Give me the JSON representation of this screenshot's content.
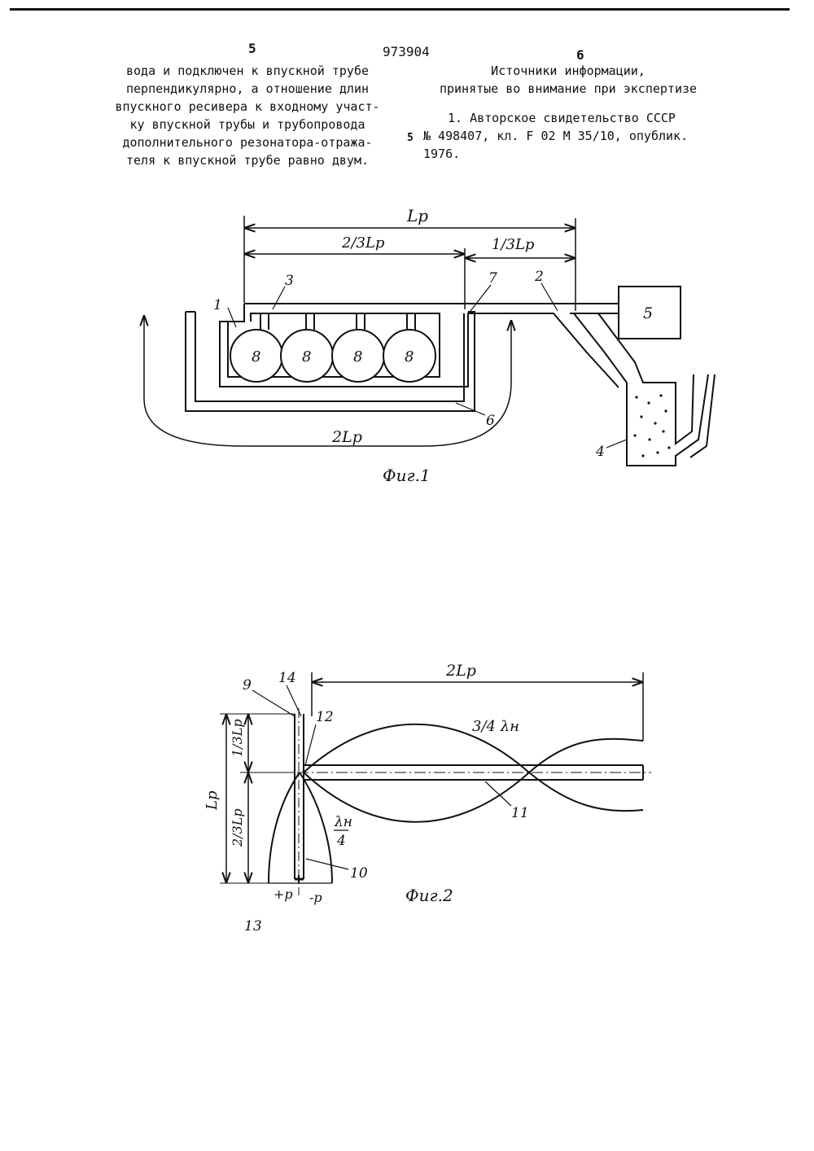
{
  "header": {
    "left_col_number": "5",
    "patent_number": "973904",
    "right_col_number": "6"
  },
  "left_column": {
    "lines": [
      "вода и подключен к впускной трубе",
      "перпендикулярно, а отношение длин",
      "впускного ресивера к входному участ-",
      "ку впускной трубы и трубопровода",
      "дополнительного резонатора-отража-",
      "теля к впускной трубе равно двум."
    ]
  },
  "right_column": {
    "heading_1": "Источники информации,",
    "heading_2": "принятые во внимание при экспертизе",
    "ref_line_1": "1. Авторское свидетельство СССР",
    "ref_line_2": "№ 498407, кл. F 02 M 35/10, опублик.",
    "ref_line_3": "1976.",
    "margin_number": "5"
  },
  "figure_1": {
    "caption": "Фиг.1",
    "dim_total": "Lp",
    "dim_two_thirds": "2/3Lp",
    "dim_one_third": "1/3Lp",
    "dim_loop": "2Lp",
    "labels": {
      "l1": "1",
      "l2": "2",
      "l3": "3",
      "l4": "4",
      "l5": "5",
      "l6": "6",
      "l7": "7",
      "cyl1": "8",
      "cyl2": "8",
      "cyl3": "8",
      "cyl4": "8"
    }
  },
  "figure_2": {
    "caption": "Фиг.2",
    "dim_top": "2Lp",
    "dim_lp": "Lp",
    "dim_one_third": "1/3Lp",
    "dim_two_thirds": "2/3Lp",
    "wave_label": "3/4 λн",
    "lambda_top": "λн",
    "lambda_bottom": "4",
    "plus_p": "+p",
    "minus_p": "-p",
    "labels": {
      "l9": "9",
      "l10": "10",
      "l11": "11",
      "l12": "12",
      "l13": "13",
      "l14": "14"
    }
  }
}
